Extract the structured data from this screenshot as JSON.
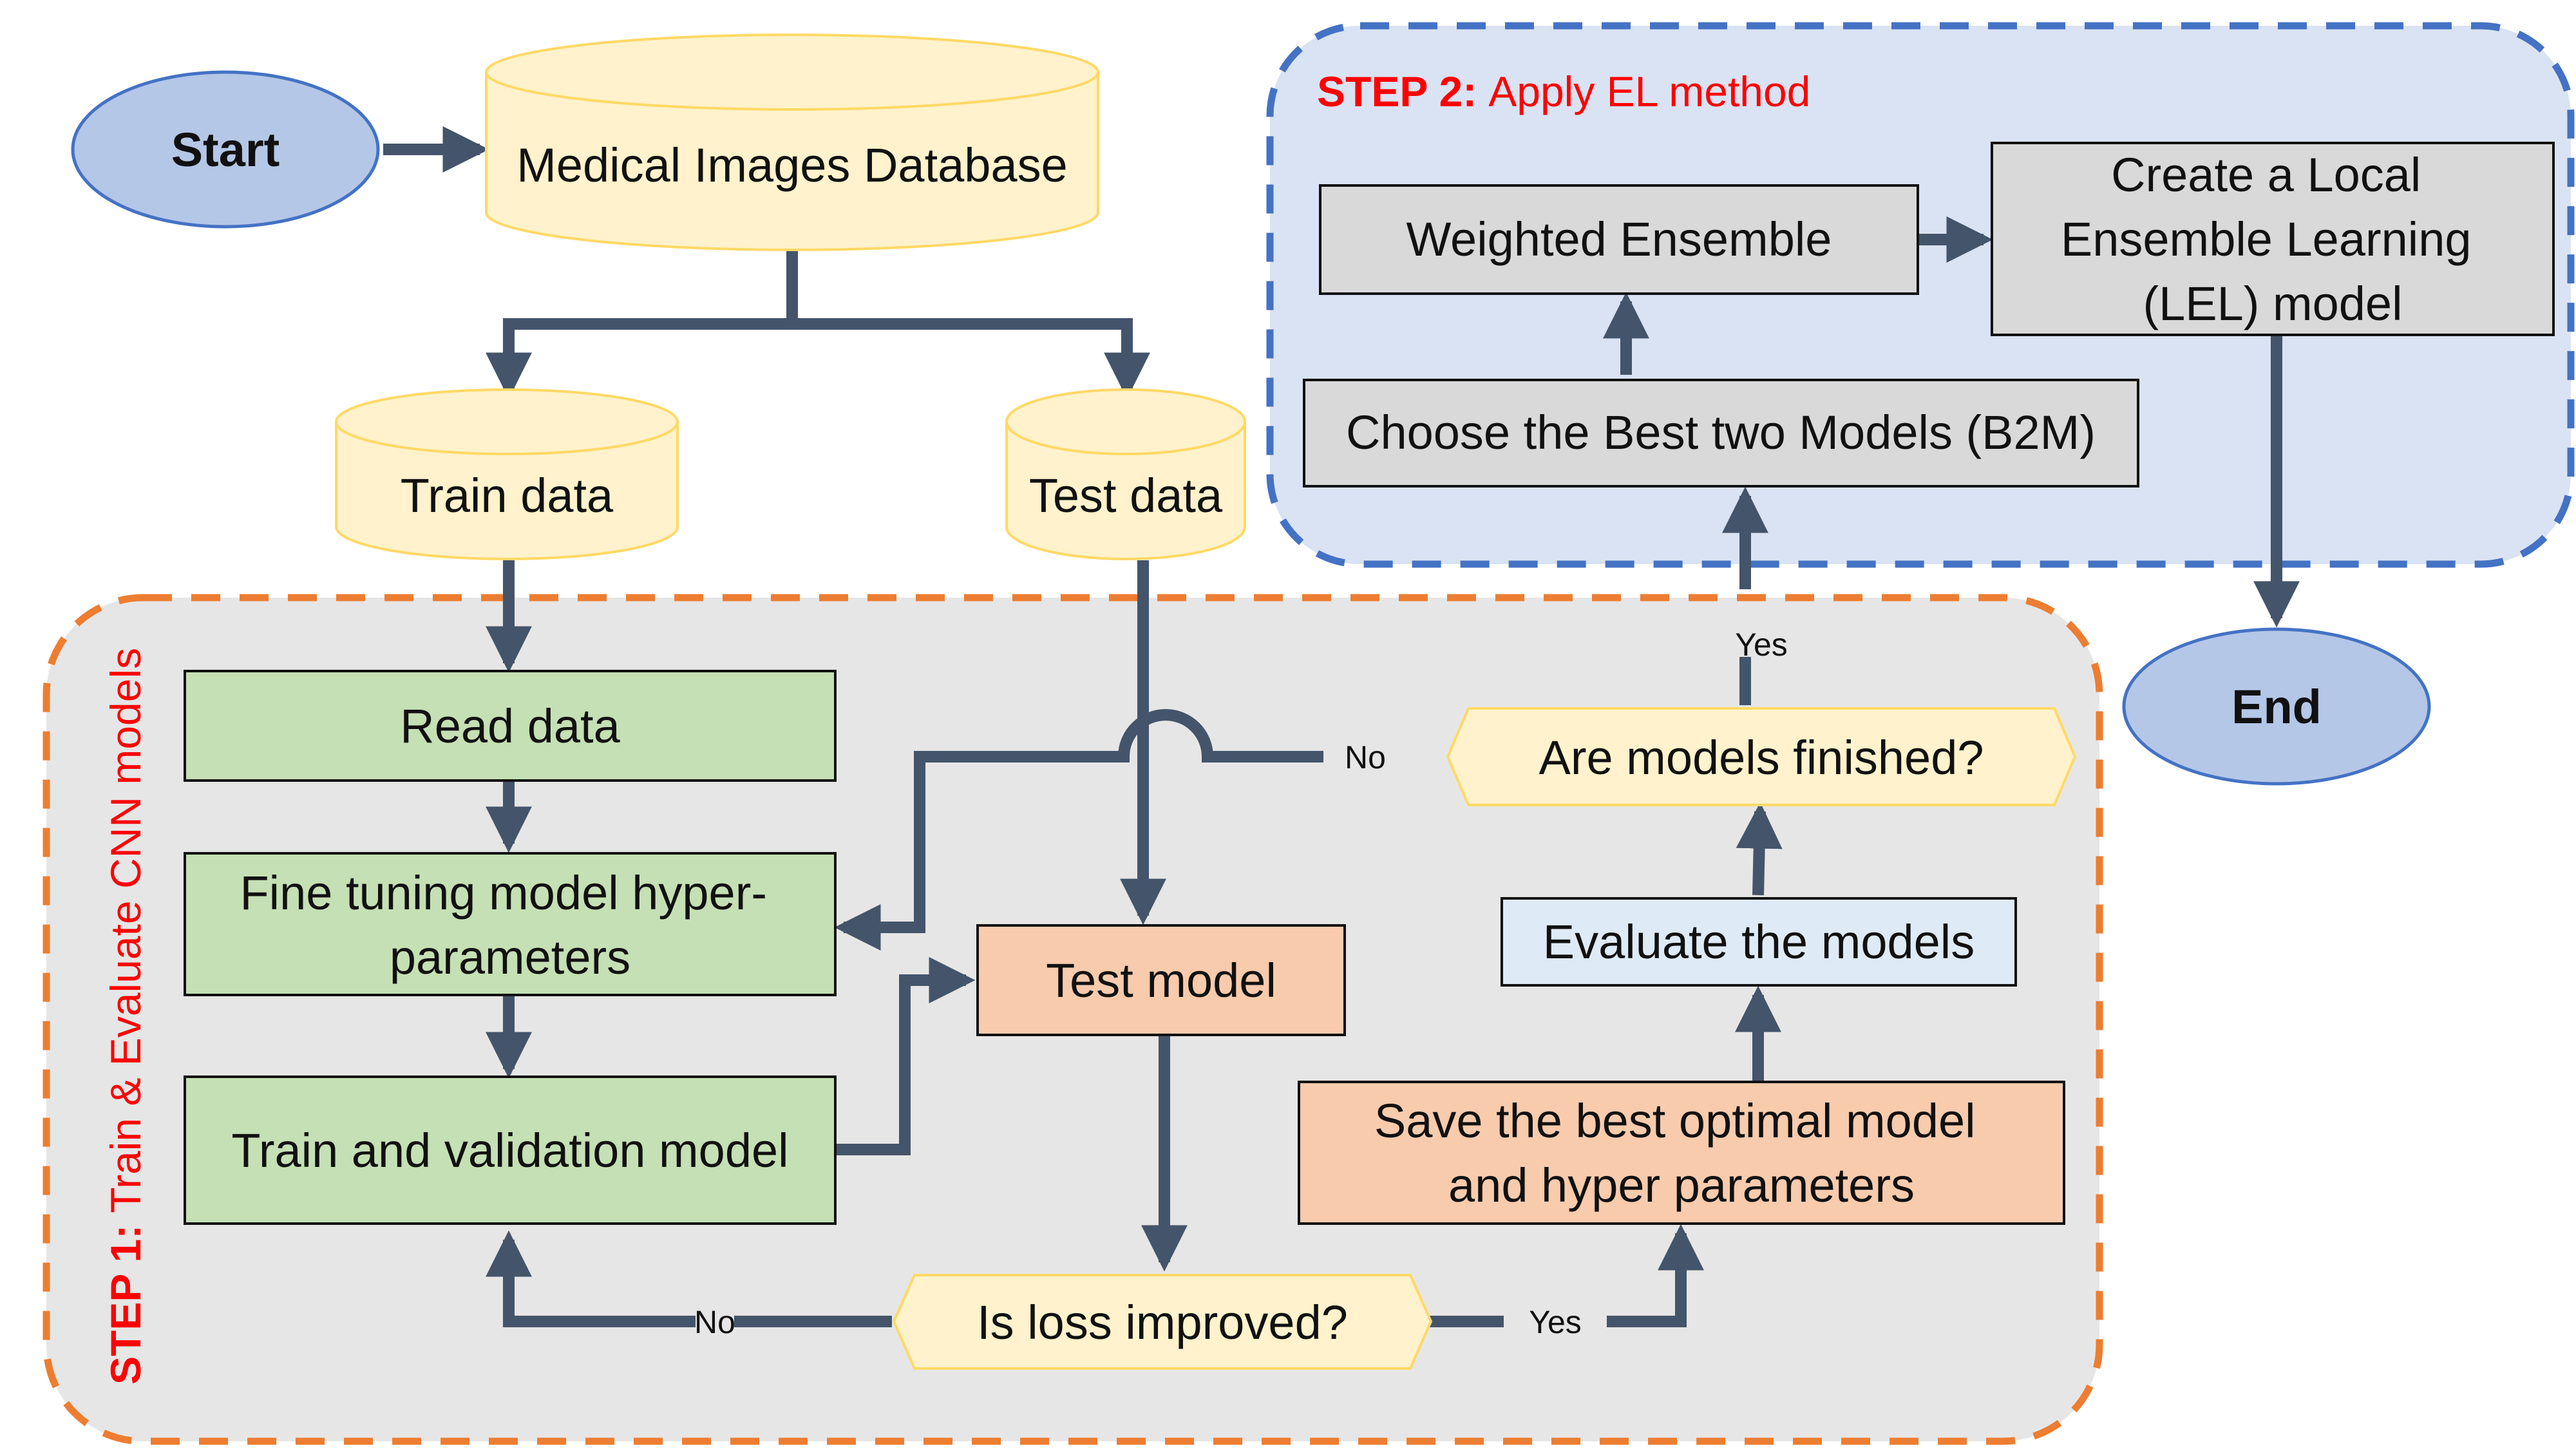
{
  "step1": {
    "prefix": "STEP 1:",
    "title": "Train & Evaluate CNN models"
  },
  "step2": {
    "prefix": "STEP 2:",
    "title": "Apply EL method"
  },
  "nodes": {
    "start": "Start",
    "end": "End",
    "medical_db": "Medical Images Database",
    "train_data": "Train data",
    "test_data": "Test data",
    "read_data": "Read data",
    "fine_tuning": [
      "Fine tuning model hyper-",
      "parameters"
    ],
    "train_validation": "Train and validation model",
    "test_model": "Test model",
    "is_loss_improved": "Is loss improved?",
    "save_best": [
      "Save the best optimal model",
      "and hyper parameters"
    ],
    "evaluate_models": "Evaluate the models",
    "models_finished": "Are models finished?",
    "choose_b2m": "Choose the Best two Models (B2M)",
    "weighted_ensemble": "Weighted Ensemble",
    "create_lel": [
      "Create a Local",
      "Ensemble Learning",
      "(LEL) model"
    ]
  },
  "edge_labels": {
    "loss_no": "No",
    "loss_yes": "Yes",
    "finished_no": "No",
    "finished_yes": "Yes"
  },
  "colors": {
    "arrow": "#44546A",
    "step1_fill": "#E6E6E6",
    "step1_border": "#ED7D31",
    "step2_fill": "#DAE3F3",
    "step2_border": "#4472C4",
    "step_label": "#FF0000",
    "terminal": "#B4C7E7",
    "terminal_border": "#4472C4",
    "database": "#FFF2CC",
    "database_border": "#FFD966",
    "green_box": "#C5E0B4",
    "orange_box": "#F8CBAD",
    "light_blue_box": "#DEEBF7",
    "gray_box": "#D9D9D9",
    "decision": "#FFF2CC"
  }
}
